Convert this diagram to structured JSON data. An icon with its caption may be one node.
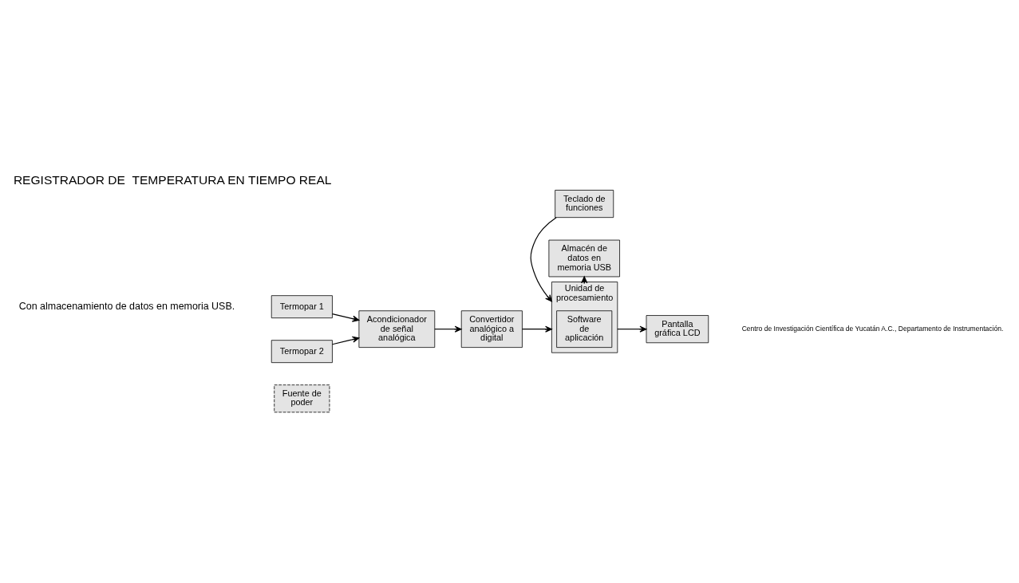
{
  "diagram": {
    "title": "REGISTRADOR DE  TEMPERATURA EN TIEMPO REAL",
    "caption": "Centro de Investigación Científica de Yucatán A.C., Departamento de Instrumentación.",
    "labels": [
      "Con almacenamiento de datos en memoria USB."
    ],
    "nodes": [
      {
        "text": [
          "Almacén de datos en memoria USB"
        ]
      },
      {
        "text": [
          "Termopar 1"
        ]
      },
      {
        "text": [
          "Acondicionador de señal analógica"
        ]
      },
      {
        "text": [
          "Convertidor analógico a digital"
        ]
      },
      {
        "text": [
          "Unidad de procesamiento"
        ]
      },
      {
        "text": [
          "Software de aplicación"
        ],
        "in": 4
      },
      {
        "text": [
          "Pantalla gráfica LCD"
        ]
      },
      {
        "text": [
          "Termopar 2"
        ]
      },
      {
        "text": [
          "Fuente de poder"
        ]
      },
      {
        "text": [
          "Teclado de funciones"
        ]
      }
    ],
    "edges": [
      {
        "from": 1,
        "to": 2,
        "arrow": "to"
      },
      {
        "from": 7,
        "to": 2,
        "arrow": "to"
      },
      {
        "from": 2,
        "to": 3,
        "arrow": "to"
      },
      {
        "from": 3,
        "to": 4,
        "arrow": "to"
      },
      {
        "from": 4,
        "to": 0,
        "arrow": "to"
      },
      {
        "from": 4,
        "to": 6,
        "arrow": "to"
      },
      {
        "from": 9,
        "to": 4,
        "arrow": "to"
      }
    ]
  }
}
